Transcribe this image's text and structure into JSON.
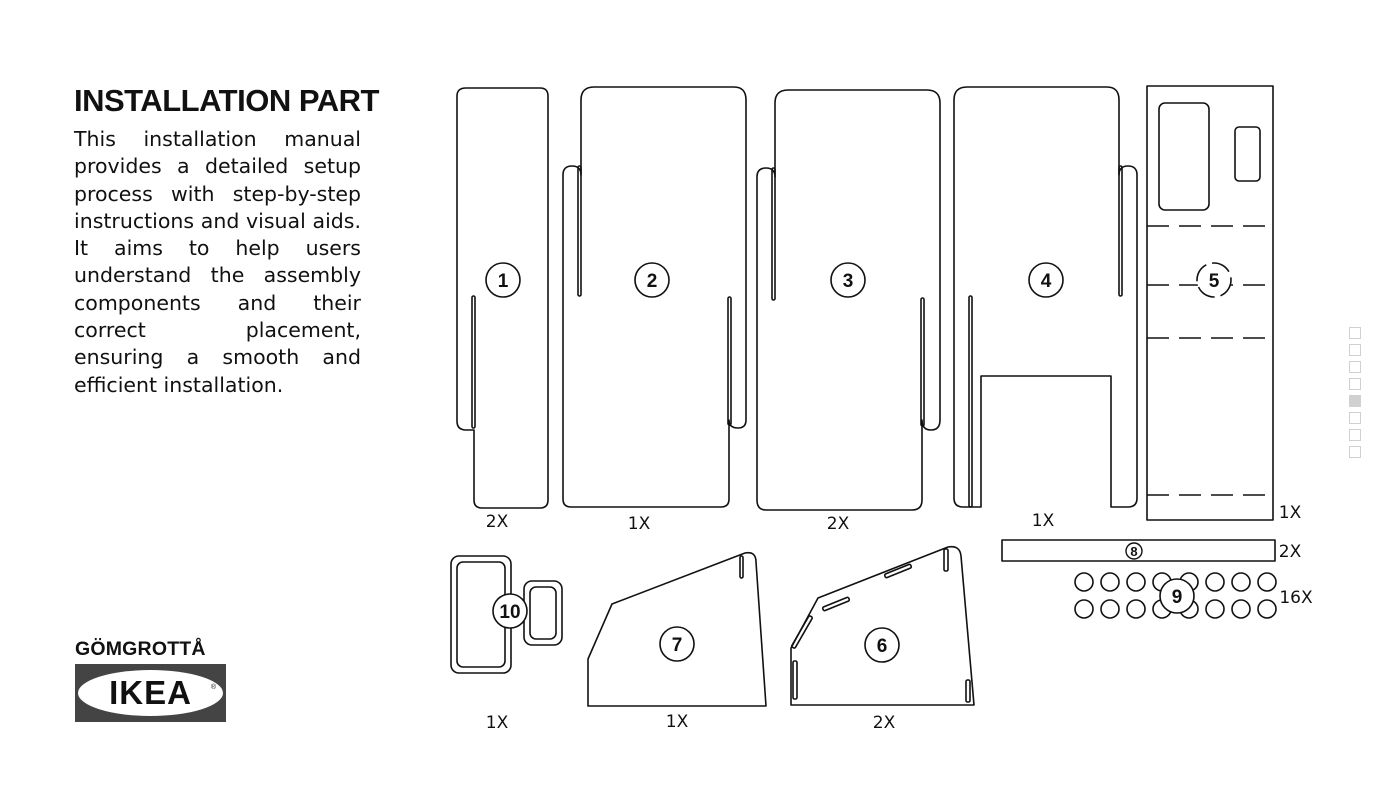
{
  "header": {
    "title": "INSTALLATION PART",
    "description": "This installation manual provides a detailed setup process with step-by-step instructions and visual aids. It aims to help users understand the assembly components and their correct placement, ensuring a smooth and efficient installation."
  },
  "brand": {
    "product_name": "GÖMGROTTÅ",
    "logo_text": "IKEA",
    "registered_mark": "®"
  },
  "parts": [
    {
      "number": "1",
      "quantity": "2X"
    },
    {
      "number": "2",
      "quantity": "1X"
    },
    {
      "number": "3",
      "quantity": "2X"
    },
    {
      "number": "4",
      "quantity": "1X"
    },
    {
      "number": "5",
      "quantity": "1X"
    },
    {
      "number": "6",
      "quantity": "2X"
    },
    {
      "number": "7",
      "quantity": "1X"
    },
    {
      "number": "8",
      "quantity": "2X"
    },
    {
      "number": "9",
      "quantity": "16X"
    },
    {
      "number": "10",
      "quantity": "1X"
    }
  ],
  "pagination": {
    "total": 8,
    "active_index": 5
  },
  "colors": {
    "line": "#111111",
    "logo_background": "#444444",
    "page_indicator": "#d0d0d0"
  }
}
